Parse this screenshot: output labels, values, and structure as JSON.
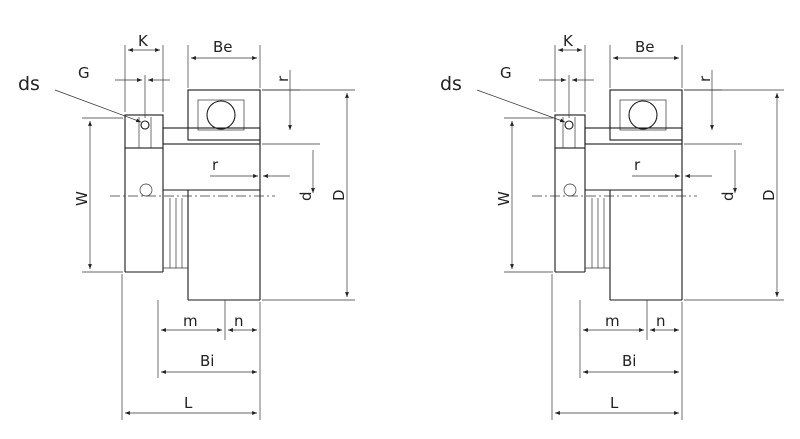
{
  "drawings": [
    {
      "labels": {
        "K": "K",
        "Be": "Be",
        "G": "G",
        "ds": "ds",
        "r_top": "r",
        "W": "W",
        "r_mid": "r",
        "d": "d",
        "D": "D",
        "m": "m",
        "n": "n",
        "Bi": "Bi",
        "L": "L"
      }
    },
    {
      "labels": {
        "K": "K",
        "Be": "Be",
        "G": "G",
        "ds": "ds",
        "r_top": "r",
        "W": "W",
        "r_mid": "r",
        "d": "d",
        "D": "D",
        "m": "m",
        "n": "n",
        "Bi": "Bi",
        "L": "L"
      }
    }
  ]
}
